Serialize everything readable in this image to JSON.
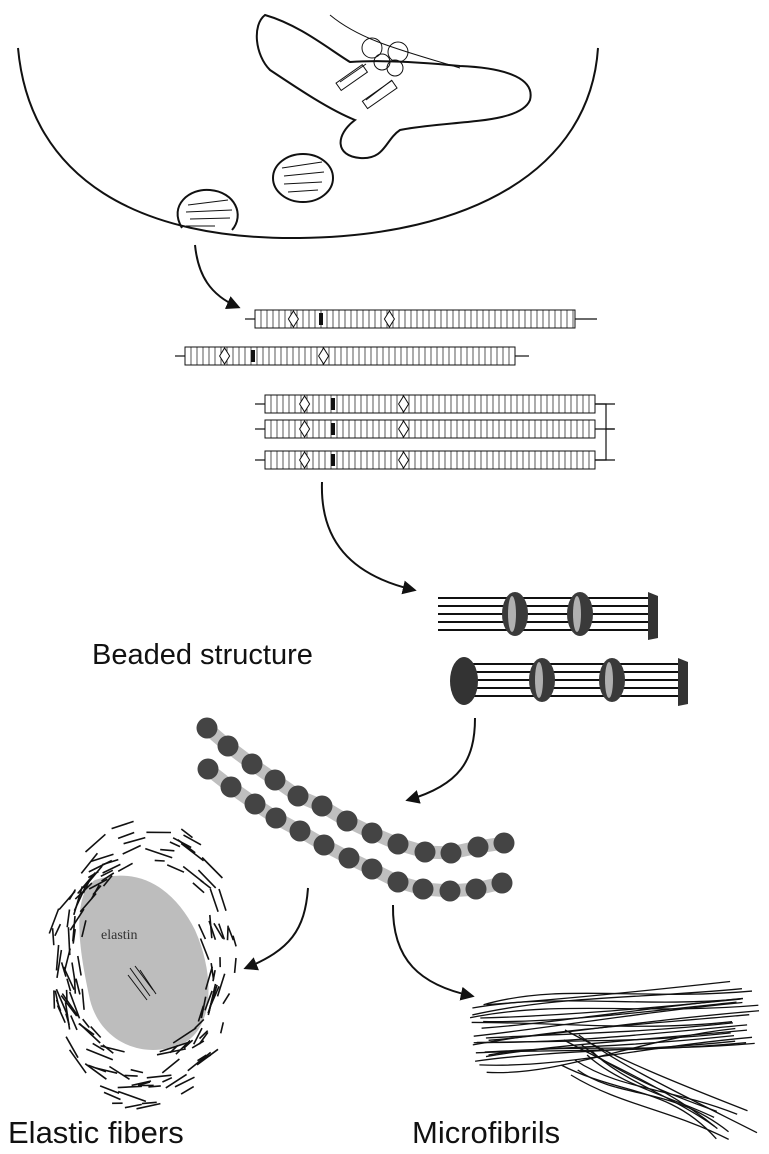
{
  "labels": {
    "beaded": "Beaded structure",
    "elastic": "Elastic fibers",
    "microfibrils": "Microfibrils",
    "elastin": "elastin"
  },
  "colors": {
    "ink": "#111111",
    "bead": "#444444",
    "bead_track": "#bfbfbf",
    "elastin_core": "#bdbdbd"
  }
}
